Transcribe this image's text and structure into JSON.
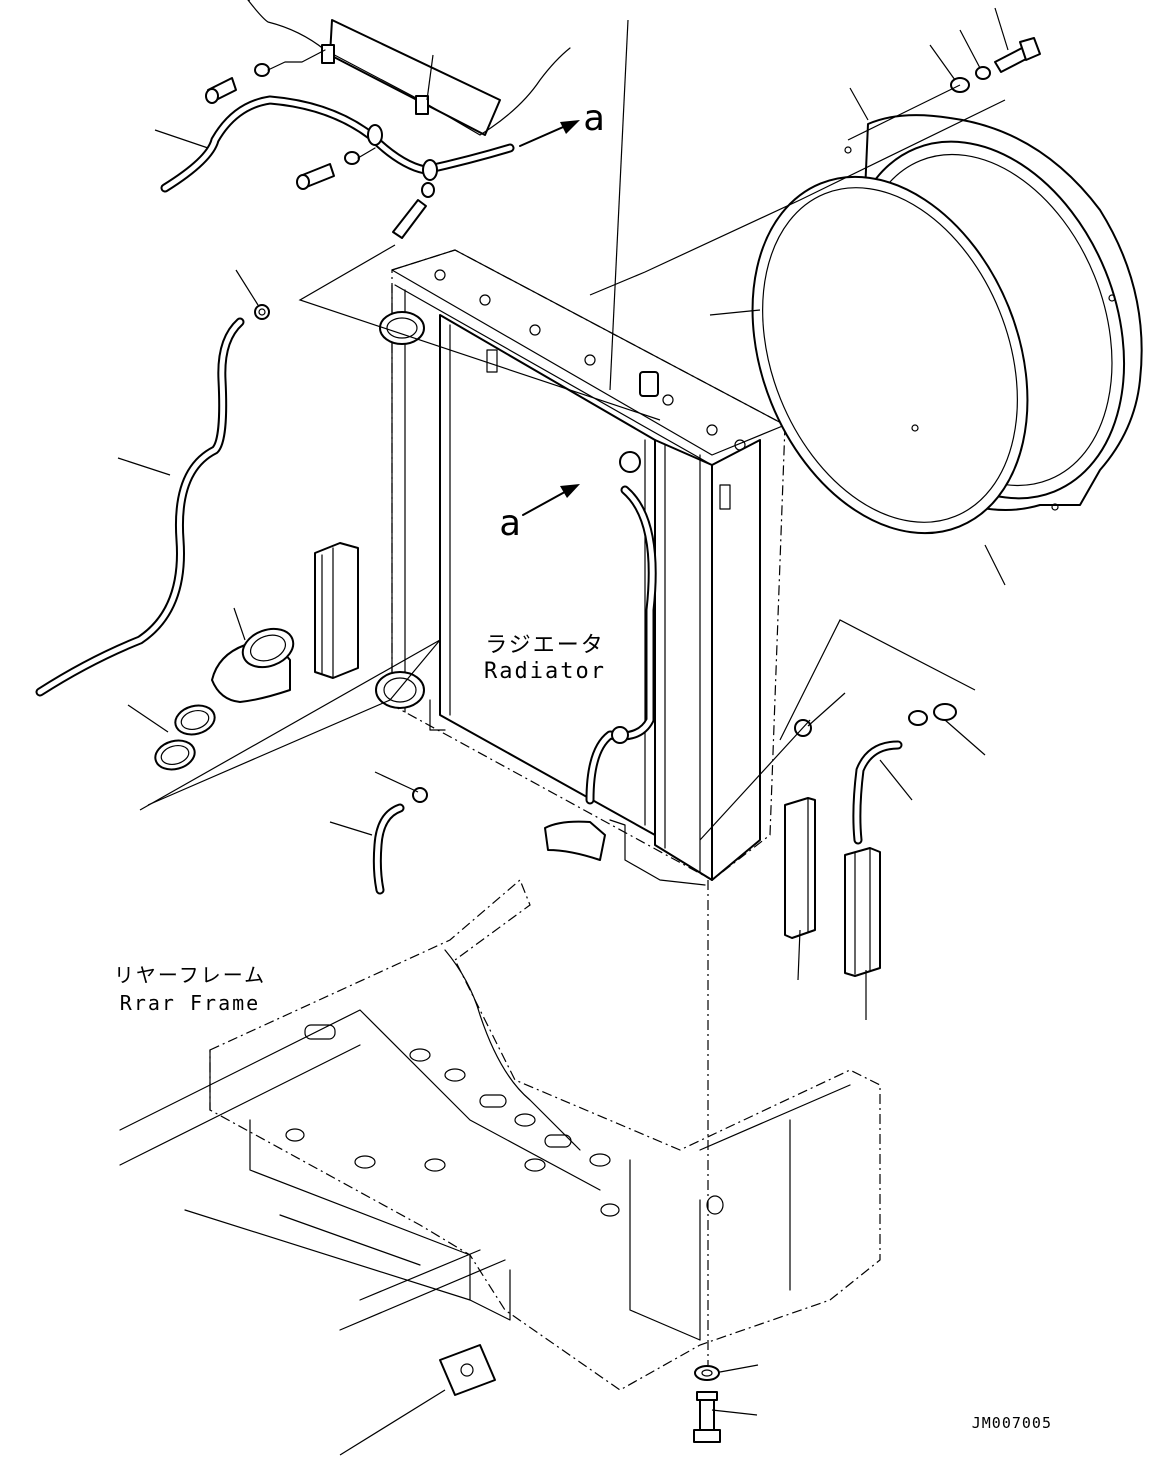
{
  "labels": {
    "radiator_jp": "ラジエータ",
    "radiator_en": "Radiator",
    "frame_jp": "リヤーフレーム",
    "frame_en": "Rrar Frame",
    "ref_upper": "a",
    "ref_lower": "a",
    "drawing_code": "JM007005"
  }
}
